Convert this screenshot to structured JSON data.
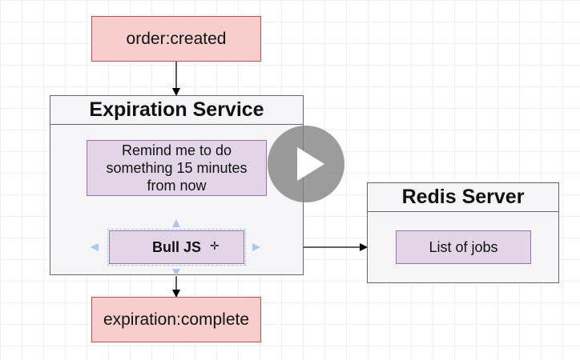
{
  "events": {
    "created": "order:created",
    "complete": "expiration:complete"
  },
  "expiration_service": {
    "title": "Expiration Service",
    "reminder": "Remind me to do something 15 minutes from now",
    "bull": "Bull JS"
  },
  "redis_server": {
    "title": "Redis Server",
    "jobs": "List of jobs"
  },
  "icons": {
    "play": "play-icon",
    "cursor": "crosshair-cursor-icon",
    "selection_handles": "selection-arrow-icon"
  },
  "colors": {
    "event_fill": "#f8cecc",
    "event_stroke": "#b85450",
    "task_fill": "#e1d5e7",
    "task_stroke": "#9673a6",
    "container_fill": "#f5f4f6",
    "selection": "#a9c8ea"
  }
}
